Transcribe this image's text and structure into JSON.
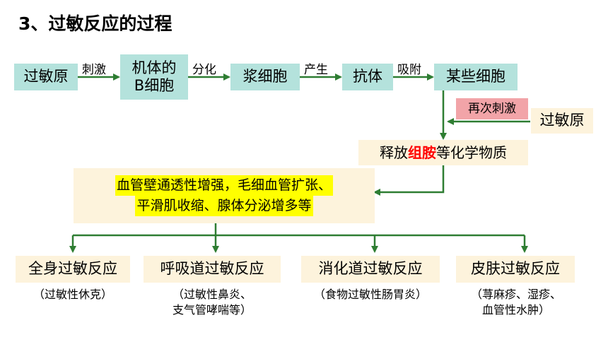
{
  "title": "3、过敏反应的过程",
  "flow": {
    "allergen_left": "过敏原",
    "stimulate": "刺激",
    "b_cell_line1": "机体的",
    "b_cell_line2": "B细胞",
    "differentiate": "分化",
    "plasma_cell": "浆细胞",
    "produce": "产生",
    "antibody": "抗体",
    "adsorb": "吸附",
    "certain_cells": "某些细胞",
    "re_stimulate": "再次刺激",
    "allergen_right": "过敏原",
    "release_prefix": "释放",
    "release_highlight": "组胺",
    "release_suffix": "等化学物质"
  },
  "effects": {
    "line1": "血管壁通透性增强，毛细血管扩张、",
    "line2": "平滑肌收缩、腺体分泌增多等"
  },
  "reactions": [
    {
      "name": "全身过敏反应",
      "example_line1": "（过敏性休克）",
      "example_line2": ""
    },
    {
      "name": "呼吸道过敏反应",
      "example_line1": "（过敏性鼻炎、",
      "example_line2": "支气管哮喘等）"
    },
    {
      "name": "消化道过敏反应",
      "example_line1": "（食物过敏性肠胃炎）",
      "example_line2": ""
    },
    {
      "name": "皮肤过敏反应",
      "example_line1": "（荨麻疹、湿疹、",
      "example_line2": "血管性水肿）"
    }
  ],
  "colors": {
    "arrow": "#2e7d32",
    "teal_box": "#b4e2dc",
    "cream_box": "#fdf3dc",
    "pink_box": "#f2a4a8",
    "highlight_yellow": "#ffff00",
    "emphasis_red": "#ff0000"
  }
}
